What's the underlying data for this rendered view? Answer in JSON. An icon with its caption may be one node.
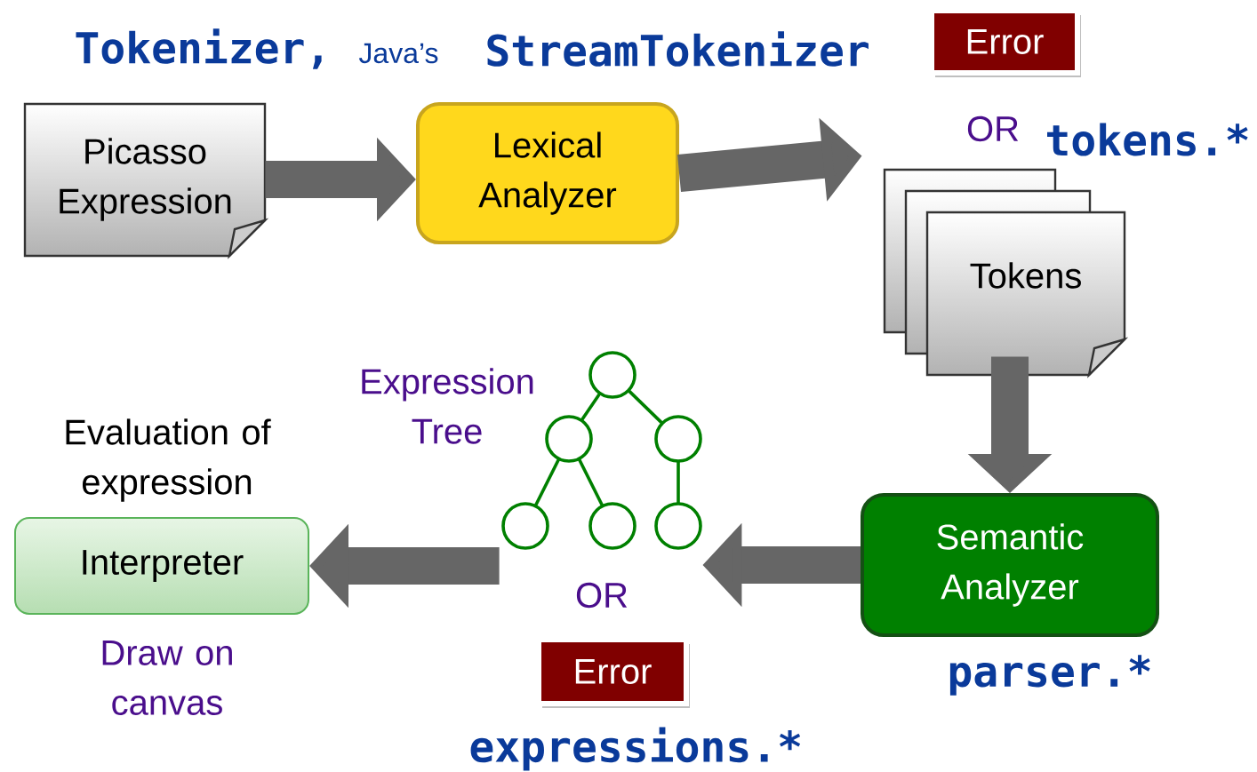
{
  "diagram": {
    "nodes": [
      {
        "text": [
          "Picasso Expression"
        ]
      },
      {
        "text": [
          "Lexical Analyzer"
        ]
      },
      {
        "text": [
          "Error"
        ]
      },
      {
        "text": [
          "Tokens"
        ]
      },
      {
        "text": [
          "Semantic Analyzer"
        ]
      },
      {
        "text": [],
        "shape": "picture",
        "beside": [
          "Expression Tree"
        ]
      },
      {
        "text": [
          "Error"
        ]
      },
      {
        "text": [
          "Interpreter"
        ],
        "beside": [
          "Evaluation of expression",
          "Draw on canvas"
        ]
      }
    ],
    "edges": [
      {
        "from": 0,
        "to": 1,
        "arrow": "to"
      },
      {
        "from": 1,
        "to": 3,
        "arrow": "to"
      },
      {
        "from": 3,
        "to": 4,
        "arrow": "to"
      },
      {
        "from": 4,
        "to": 5,
        "arrow": "to"
      },
      {
        "from": 5,
        "to": 7,
        "arrow": "to"
      }
    ],
    "labels": [
      "Tokenizer,",
      "Java’s",
      "StreamTokenizer",
      "OR",
      "tokens.*",
      "OR",
      "parser.*",
      "expressions.*"
    ]
  }
}
